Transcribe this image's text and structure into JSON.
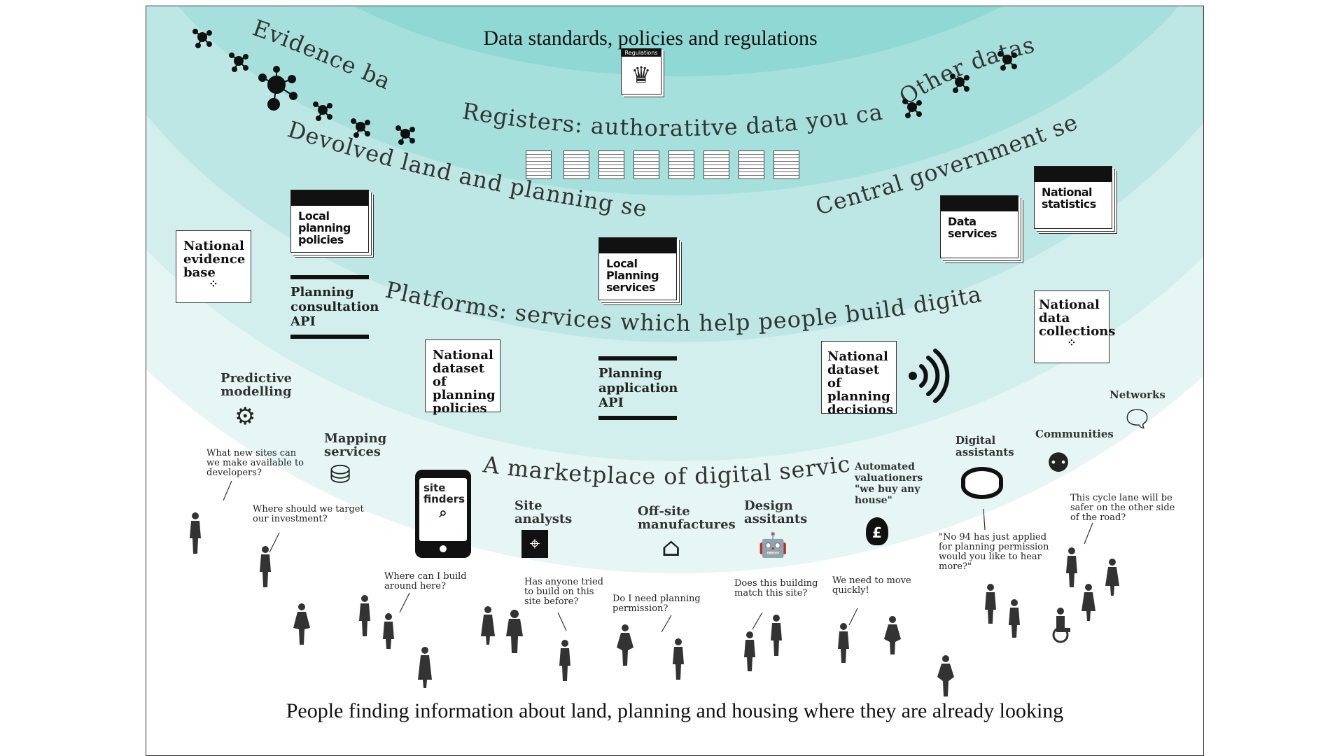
{
  "title": "Data standards, policies and regulations",
  "bottom_text": "People finding information about land, planning and housing where they are already looking",
  "regulations_doc": "Regulations",
  "arc_labels": {
    "evidence": "Evidence bases",
    "other": "Other datasets",
    "registers": "Registers: authoratitve data you can trust",
    "devolved": "Devolved land and planning services",
    "central": "Central government services",
    "platforms": "Platforms: services which help people build digital services",
    "marketplace": "A marketplace of digital services"
  },
  "boxes": {
    "national_evidence_base": "National evidence base",
    "national_dataset_policies": "National dataset of planning policies",
    "national_dataset_decisions": "National dataset of planning decisions",
    "national_data_collections": "National data collections"
  },
  "docs": {
    "local_planning_policies": "Local planning policies",
    "local_planning_services": "Local Planning services",
    "data_services": "Data services",
    "national_statistics": "National statistics"
  },
  "apis": {
    "consultation": "Planning consultation API",
    "application": "Planning application API"
  },
  "services": {
    "predictive": "Predictive modelling",
    "mapping": "Mapping services",
    "site_finders": "site finders",
    "site_analysts": "Site analysts",
    "offsite": "Off-site manufactures",
    "design": "Design assitants",
    "valuationers": "Automated valuationers \"we buy any house\"",
    "digital_assistants": "Digital assistants",
    "communities": "Communities",
    "networks": "Networks"
  },
  "questions": {
    "q1": "What new sites can we make available to developers?",
    "q2": "Where should we target our investment?",
    "q3": "Where can I build around here?",
    "q4": "Has anyone tried to build on this site before?",
    "q5": "Do I need planning permission?",
    "q6": "Does this building match this site?",
    "q7": "We need to move quickly!",
    "q8": "\"No 94 has just applied for planning permission would you like to hear more?\"",
    "q9": "This cycle lane will be safer on the other side of the road?"
  },
  "colors": {
    "band1": "#8fd8d4",
    "band2": "#a6e0dd",
    "band3": "#bde7e5",
    "band4": "#d2efee",
    "band5": "#e6f6f5",
    "ink": "#111111"
  }
}
